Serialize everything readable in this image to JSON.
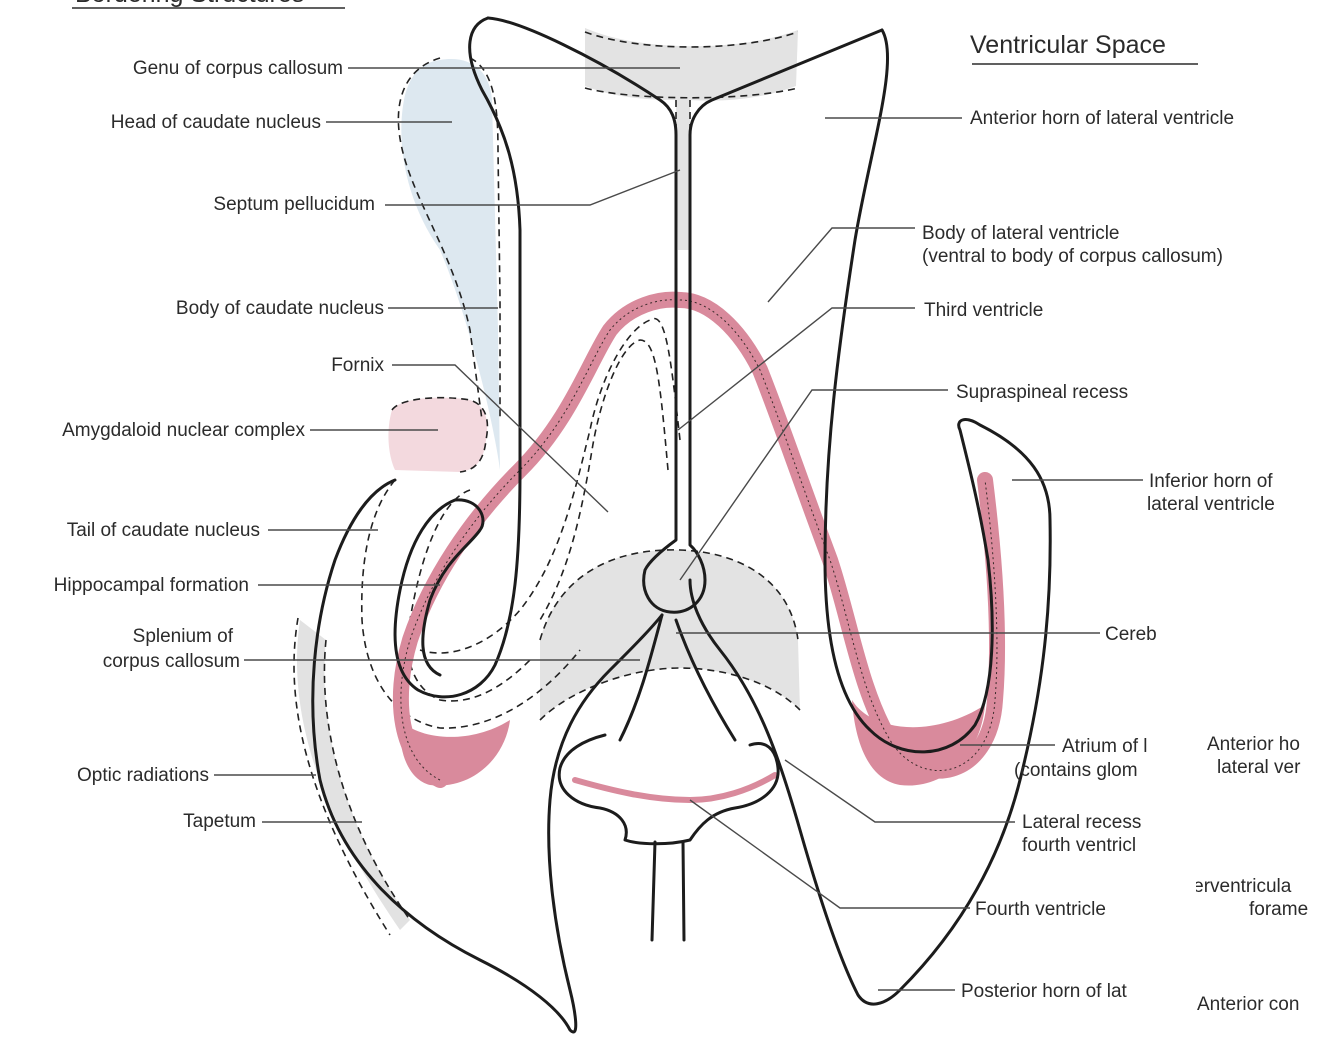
{
  "headings": {
    "left": "Bordering Structures",
    "right": "Ventricular Space"
  },
  "labels_left": [
    "Genu of corpus callosum",
    "Head of caudate nucleus",
    "Septum pellucidum",
    "Body of caudate nucleus",
    "Fornix",
    "Amygdaloid nuclear complex",
    "Tail of caudate nucleus",
    "Hippocampal formation",
    "Splenium of",
    "corpus callosum",
    "Optic radiations",
    "Tapetum"
  ],
  "labels_right": [
    "Anterior horn of lateral ventricle",
    "Body of lateral ventricle",
    "(ventral to body of corpus callosum)",
    "Third ventricle",
    "Supraspineal recess",
    "Inferior horn of",
    "lateral ventricle",
    "Cereb",
    "Atrium of l",
    "(contains glom",
    "Lateral recess",
    "fourth ventricl",
    "Fourth ventricle",
    "Posterior horn of lat"
  ],
  "labels_edge": [
    "Anterior ho",
    "lateral ver",
    "Interventricula",
    "forame",
    "Anterior con"
  ],
  "colors": {
    "outline": "#1c1c1c",
    "choroid_plexus": "#d98a9c",
    "caudate_fill": "#dde8f0",
    "amygdala_fill": "#f3d9de",
    "callosum_fill": "#e3e3e3"
  }
}
